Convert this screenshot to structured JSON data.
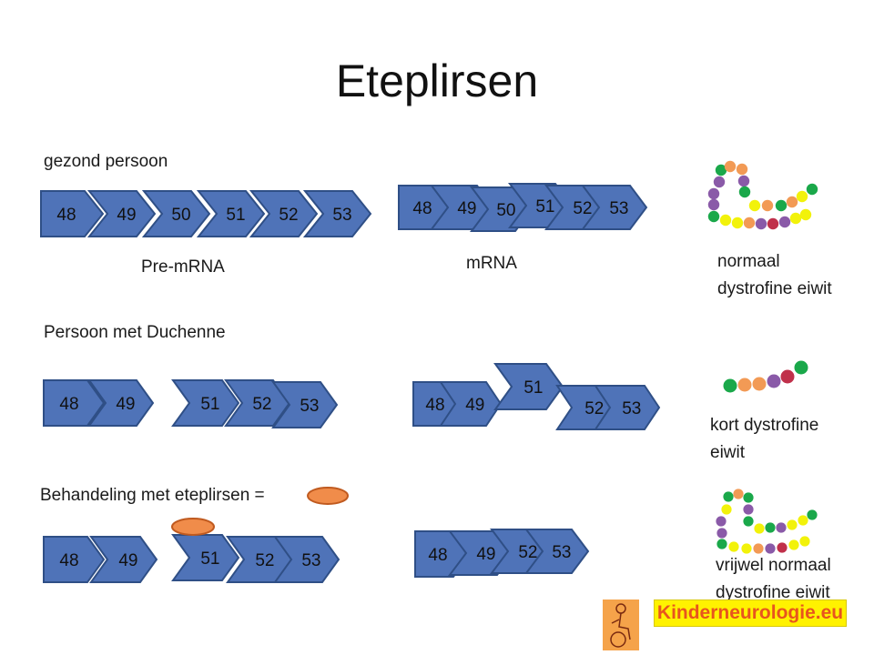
{
  "title": "Eteplirsen",
  "labels": {
    "healthy": "gezond persoon",
    "pre_mrna": "Pre-mRNA",
    "mrna": "mRNA",
    "normal_protein_1": "normaal",
    "normal_protein_2": "dystrofine eiwit",
    "duchenne": "Persoon met Duchenne",
    "short_protein_1": "kort dystrofine",
    "short_protein_2": "eiwit",
    "treatment": "Behandeling met eteplirsen =",
    "near_normal_1": "vrijwel normaal",
    "near_normal_2": "dystrofine eiwit"
  },
  "logo": {
    "text": "Kinderneurologie.eu"
  },
  "colors": {
    "exon_fill": "#4f73b8",
    "exon_stroke": "#2f4f86",
    "drug_fill": "#f08c4a",
    "drug_stroke": "#c05a1f",
    "logo_bg": "#fff200",
    "logo_text": "#e8551e",
    "bead_green": "#1aa84a",
    "bead_purple": "#8a5aa8",
    "bead_orange": "#f29a55",
    "bead_yellow": "#f2f20a",
    "bead_red": "#c0304a"
  },
  "exon_rows": {
    "healthy_pre_mrna": [
      "48",
      "49",
      "50",
      "51",
      "52",
      "53"
    ],
    "healthy_mrna": [
      "48",
      "49",
      "50",
      "51",
      "52",
      "53"
    ],
    "duchenne_pre_mrna": [
      "48",
      "49",
      "51",
      "52",
      "53"
    ],
    "duchenne_mrna": [
      "48",
      "49",
      "51",
      "52",
      "53"
    ],
    "treated_pre_mrna": [
      "48",
      "49",
      "51",
      "52",
      "53"
    ],
    "treated_mrna": [
      "48",
      "49",
      "52",
      "53"
    ]
  },
  "icons": {
    "drug_marker": "eteplirsen-oval-icon",
    "protein_chain": "protein-bead-chain-icon",
    "logo_figure": "wheelchair-figure-icon"
  }
}
